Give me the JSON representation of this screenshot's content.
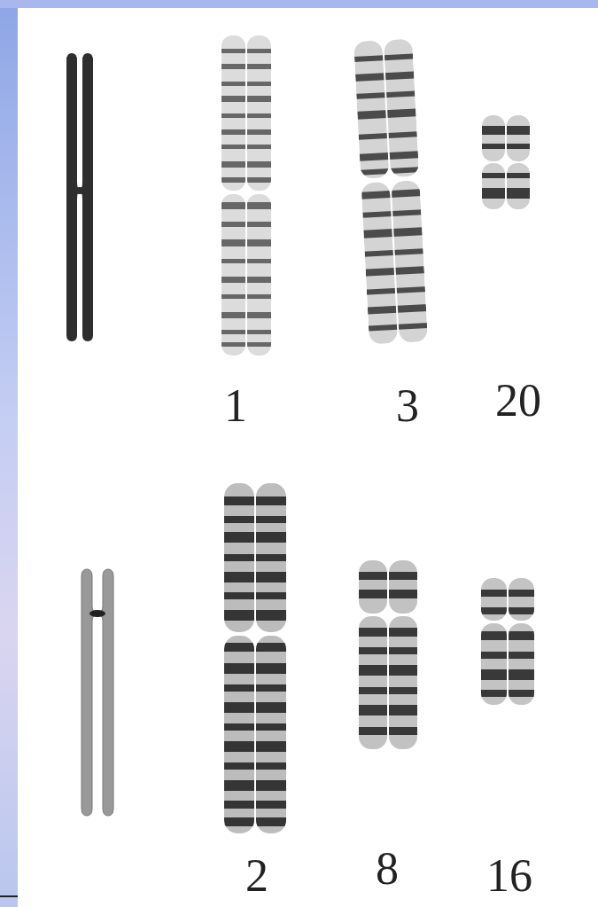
{
  "diagram": {
    "labels": [
      "1",
      "3",
      "20",
      "2",
      "8",
      "16"
    ]
  }
}
